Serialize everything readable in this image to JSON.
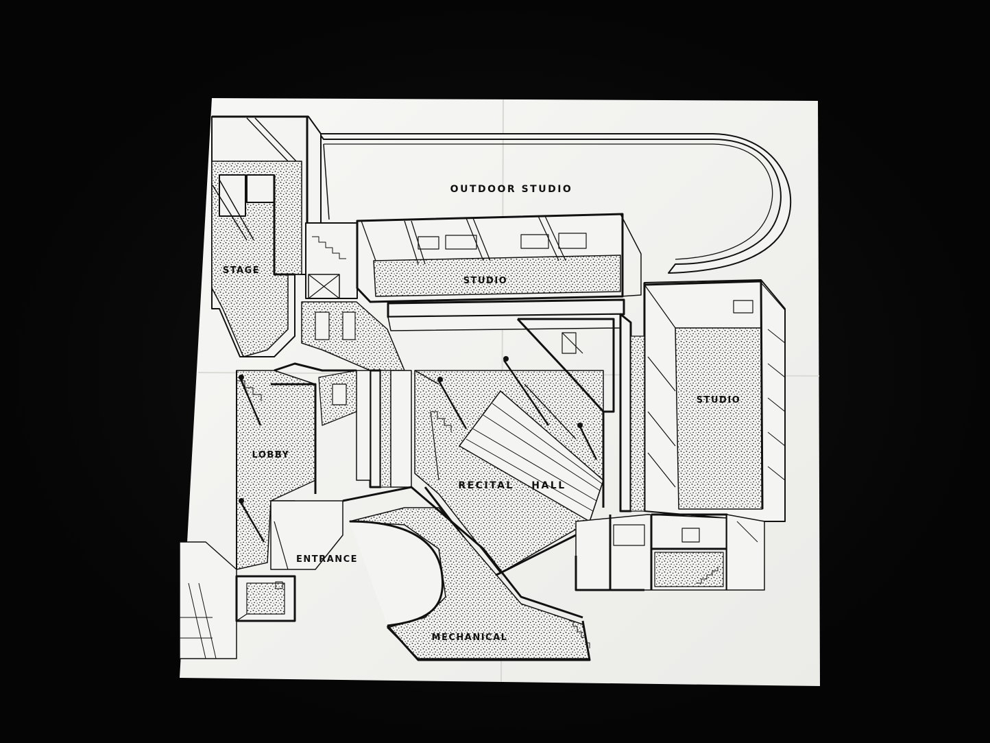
{
  "document": {
    "subject": "isometric cutaway floor plan printed on a folded white sheet",
    "background_color": "#060606",
    "paper_color": "#f4f4f2",
    "ink_color": "#111111"
  },
  "labels": {
    "outdoor_studio": "OUTDOOR STUDIO",
    "stage": "STAGE",
    "studio_top": "STUDIO",
    "studio_right": "STUDIO",
    "lobby": "LOBBY",
    "recital_hall": "RECITAL HALL",
    "entrance": "ENTRANCE",
    "mechanical": "MECHANICAL"
  }
}
